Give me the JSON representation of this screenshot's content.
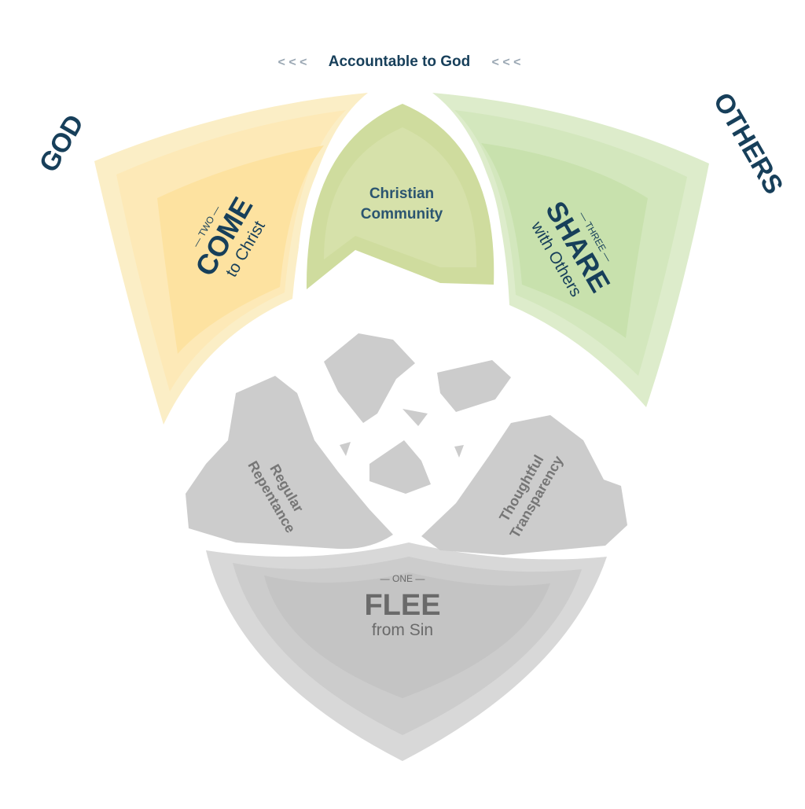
{
  "top_banner": {
    "label": "Accountable to God",
    "left_arrows": "< < <",
    "right_arrows": "< < <"
  },
  "side_labels": {
    "left": "GOD",
    "right": "OTHERS"
  },
  "center_top": {
    "line1": "Christian",
    "line2": "Community"
  },
  "panel_come": {
    "step": "— TWO —",
    "title": "COME",
    "subtitle": "to Christ"
  },
  "panel_share": {
    "step": "— THREE —",
    "title": "SHARE",
    "subtitle": "with Others"
  },
  "panel_flee": {
    "step": "— ONE —",
    "title": "FLEE",
    "subtitle": "from Sin"
  },
  "rock_left": {
    "line1": "Regular",
    "line2": "Repentance"
  },
  "rock_right": {
    "line1": "Thoughtful",
    "line2": "Transparency"
  },
  "colors": {
    "yellow_outer": "#fbeec6",
    "yellow_inner": "#fde7b0",
    "green_outer": "#ddeccb",
    "green_inner": "#cfe5b8",
    "olive": "#cfdc9e",
    "grey_outer": "#d8d8d8",
    "grey_inner": "#c9c9c9",
    "navy": "#173f5a"
  }
}
